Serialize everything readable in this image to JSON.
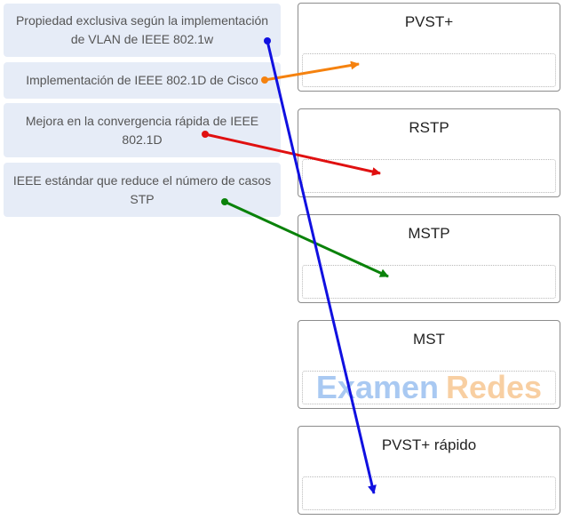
{
  "items": [
    {
      "text": "Propiedad exclusiva según la implementación de VLAN de IEEE 802.1w"
    },
    {
      "text": "Implementación de IEEE 802.1D de Cisco"
    },
    {
      "text": "Mejora en la convergencia rápida de IEEE 802.1D"
    },
    {
      "text": "IEEE estándar que reduce el número de casos STP"
    }
  ],
  "targets": [
    {
      "label": "PVST+"
    },
    {
      "label": "RSTP"
    },
    {
      "label": "MSTP"
    },
    {
      "label": "MST"
    },
    {
      "label": "PVST+ rápido"
    }
  ],
  "watermark": {
    "part1": "Examen",
    "part2": "Redes"
  },
  "arrow_colors": {
    "item1": "#1010e0",
    "item2": "#f5820f",
    "item3": "#e01010",
    "item4": "#0a820a"
  }
}
